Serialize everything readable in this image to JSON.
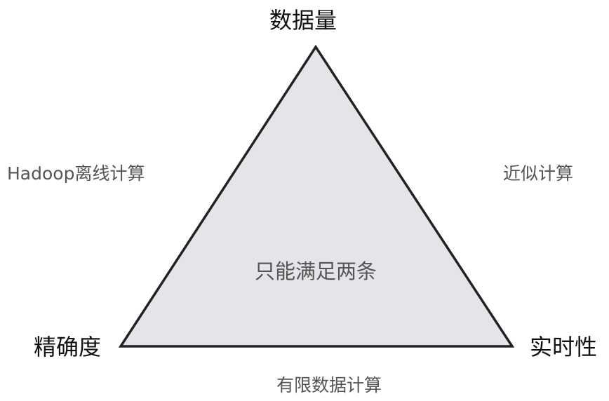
{
  "diagram": {
    "vertices": {
      "top": "数据量",
      "bottom_left": "精确度",
      "bottom_right": "实时性"
    },
    "edges": {
      "left": "Hadoop离线计算",
      "right": "近似计算",
      "bottom": "有限数据计算"
    },
    "center": "只能满足两条",
    "colors": {
      "triangle_fill": "#e4e5e8",
      "triangle_stroke": "#222222",
      "vertex_text": "#111111",
      "edge_text": "#555555"
    }
  }
}
